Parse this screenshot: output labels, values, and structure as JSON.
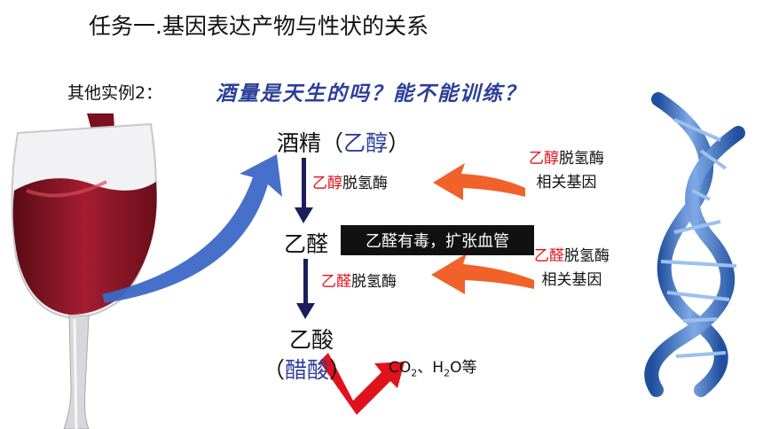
{
  "title": "任务一.基因表达产物与性状的关系",
  "example_label": "其他实例2：",
  "question": "酒量是天生的吗？能不能训练？",
  "ethanol": {
    "name": "酒精",
    "paren_open": "（",
    "alt": "乙醇",
    "paren_close": "）"
  },
  "acetaldehyde": {
    "name": "乙醛"
  },
  "acetic_acid": {
    "name": "乙酸",
    "paren_open": "（",
    "alt": "醋酸",
    "paren_close": "）"
  },
  "toxic_note": "乙醛有毒，扩张血管",
  "enzyme1": {
    "red": "乙醇",
    "black": "脱氢酶"
  },
  "enzyme2": {
    "red": "乙醛",
    "black": "脱氢酶"
  },
  "gene1": {
    "red": "乙醇",
    "black": "脱氢酶",
    "line2": "相关基因"
  },
  "gene2": {
    "red": "乙醛",
    "black": "脱氢酶",
    "line2": "相关基因"
  },
  "products": {
    "co": "CO",
    "sub2a": "2",
    "sep": "、H",
    "sub2b": "2",
    "tail": "O等"
  },
  "colors": {
    "question": "#2c3f9a",
    "red": "#e0121c",
    "wine": "#8e1a2a",
    "arrow_blue": "#3d68c7",
    "arrow_orange": "#f0622a",
    "dna": "#3a6fc2"
  }
}
